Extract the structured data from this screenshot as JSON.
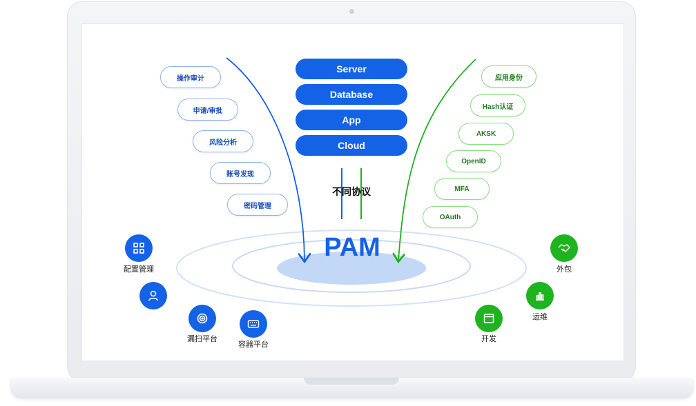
{
  "servers": [
    "Server",
    "Database",
    "App",
    "Cloud"
  ],
  "protocol_label": "不同协议",
  "center_label": "PAM",
  "left_tags": [
    "操作审计",
    "申请/审批",
    "风险分析",
    "账号发现",
    "密码管理"
  ],
  "right_tags": [
    "应用身份",
    "Hash认证",
    "AKSK",
    "OpenID",
    "MFA",
    "OAuth"
  ],
  "left_icons": [
    {
      "label": "配置管理",
      "icon": "grid-icon"
    },
    {
      "label": "",
      "icon": "user-icon"
    },
    {
      "label": "漏扫平台",
      "icon": "scan-icon"
    },
    {
      "label": "容器平台",
      "icon": "keyboard-icon"
    }
  ],
  "right_icons": [
    {
      "label": "外包",
      "icon": "handshake-icon"
    },
    {
      "label": "运维",
      "icon": "bar-chart-icon"
    },
    {
      "label": "开发",
      "icon": "window-icon"
    }
  ],
  "colors": {
    "blue": "#1463e6",
    "green": "#1fb31f",
    "ellipse_fill": "#c3d7f7"
  }
}
